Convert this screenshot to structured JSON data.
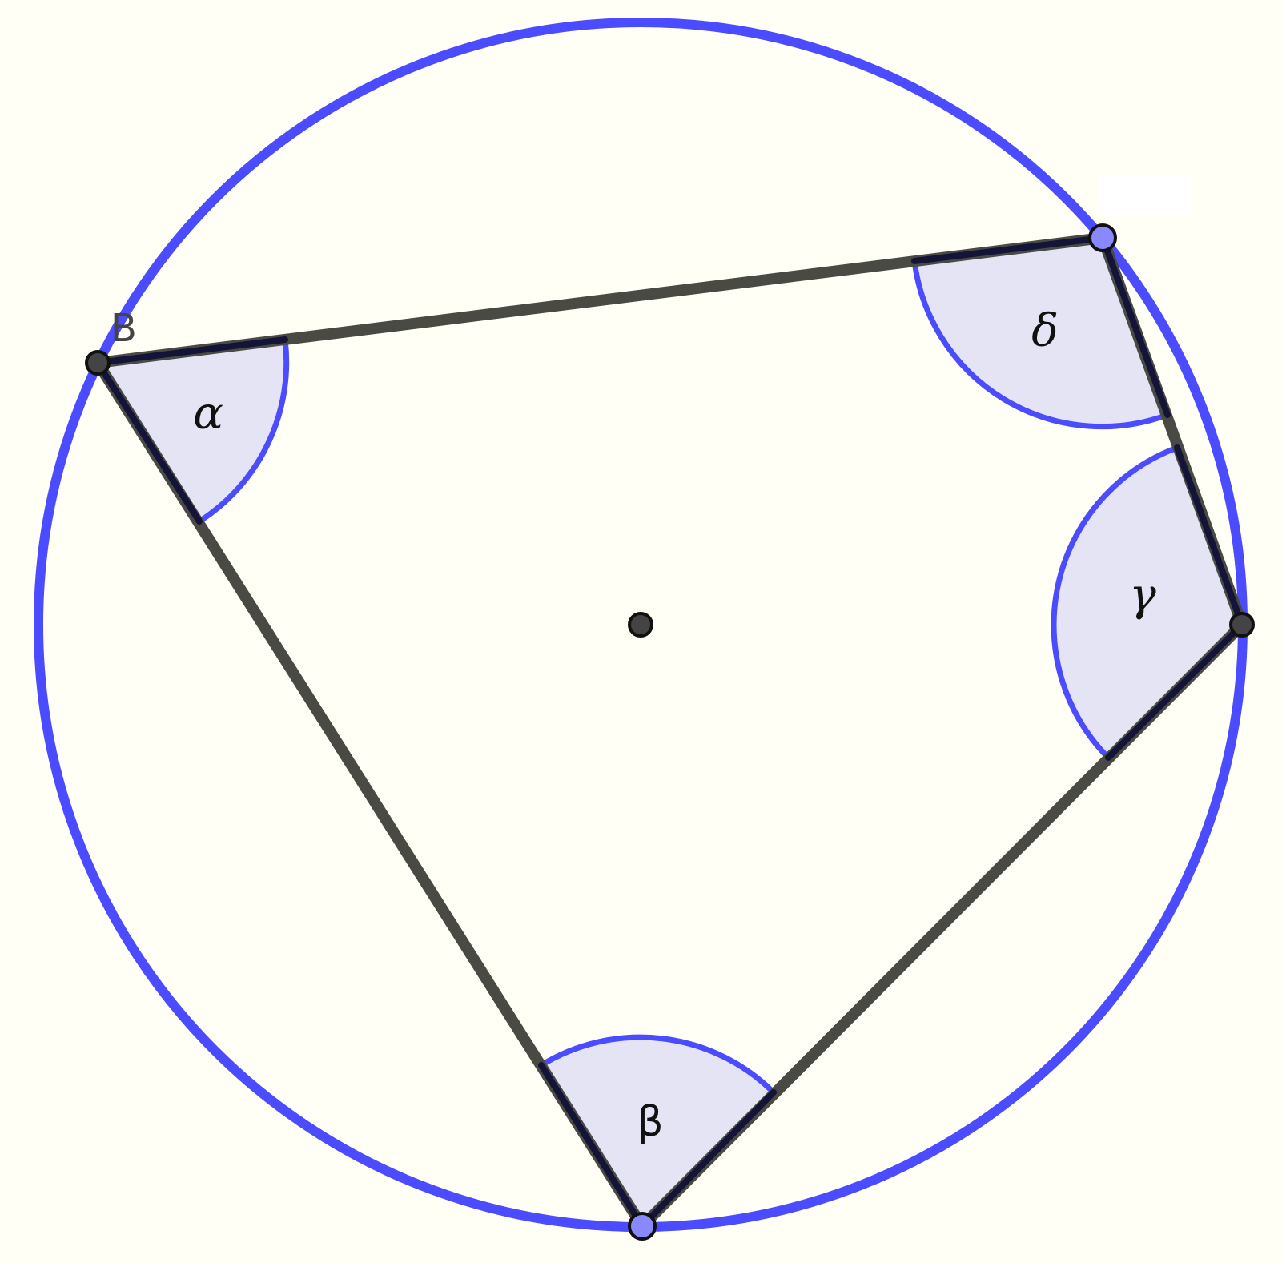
{
  "colors": {
    "background": "#fffff6",
    "circle": "#4b4bff",
    "polygon_edge": "#4a4a44",
    "sector_fill": "#e4e4f4",
    "sector_edge": "#4b4bff",
    "point_dark": "#444444",
    "point_blue": "#8888ff"
  },
  "labels": {
    "vertex_B": "B",
    "alpha": "α",
    "beta": "β",
    "gamma": "γ",
    "delta": "δ"
  }
}
